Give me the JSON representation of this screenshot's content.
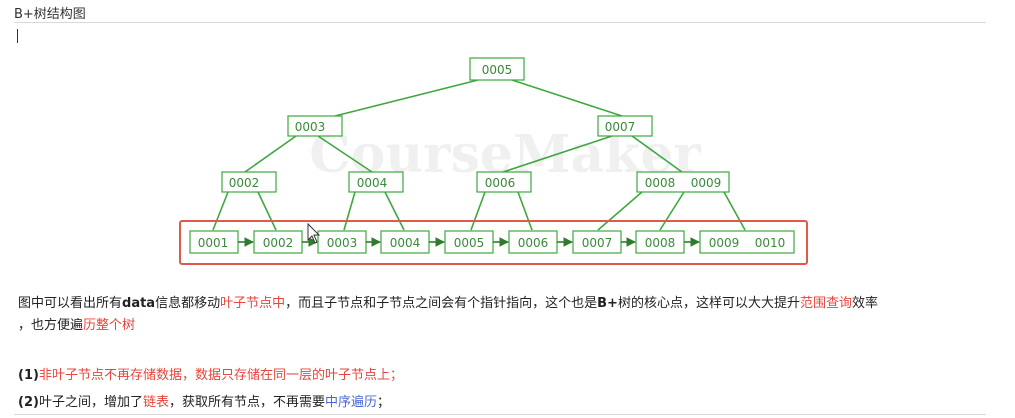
{
  "page": {
    "title": "B+树结构图",
    "watermark": "CourseMaker"
  },
  "diagram": {
    "colors": {
      "node_stroke": "#3ea83e",
      "node_text": "#3a8a3a",
      "highlight": "#e05a4a"
    },
    "root": "0005",
    "level1": [
      "0003",
      "0007"
    ],
    "level2": [
      "0002",
      "0004",
      "0006",
      "0008",
      "0009"
    ],
    "leaves": [
      "0001",
      "0002",
      "0003",
      "0004",
      "0005",
      "0006",
      "0007",
      "0008",
      "0009",
      "0010"
    ]
  },
  "paragraph": {
    "p1": "图中可以看出所有",
    "p2": "data",
    "p3": "信息都移动",
    "p4": "叶子节点中",
    "p5": "，而且子节点和子节点之间会有个指针指向，这个也是",
    "p6": "B+",
    "p7": "树的核心点，这样可以大大提升",
    "p8": "范围查询",
    "p9": "效率",
    "p10": "，也方便遍",
    "p11": "历整个树"
  },
  "list": {
    "item1": {
      "prefix": "(1)",
      "text": "非叶子节点不再存储数据，数据只存储在同一层的叶子节点上；"
    },
    "item2": {
      "prefix": "(2)",
      "t1": "叶子之间，增加了",
      "t2": "链表",
      "t3": "，获取所有节点，不再需要",
      "t4": "中序遍历",
      "t5": "；"
    }
  }
}
